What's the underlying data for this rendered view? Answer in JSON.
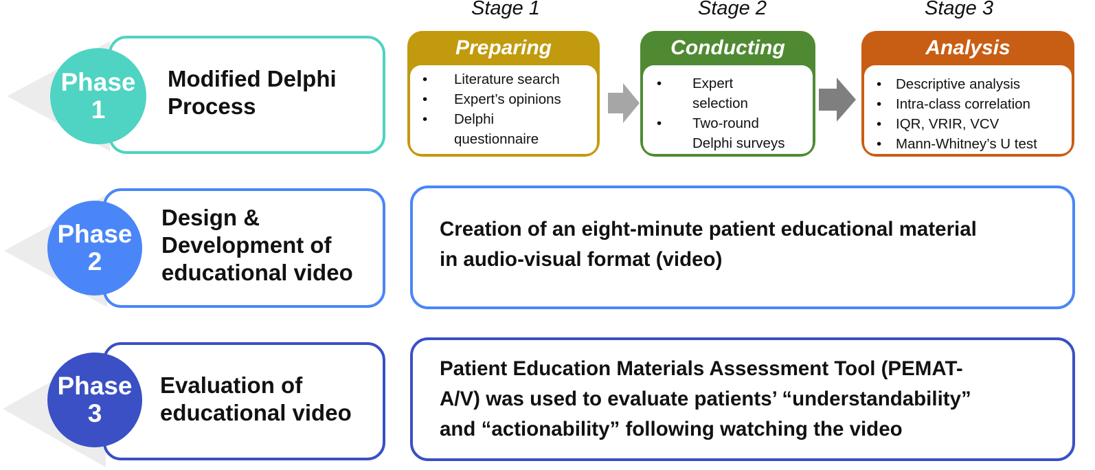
{
  "colors": {
    "phase1": "#4fd3c2",
    "phase2": "#4a86f7",
    "phase3": "#3a50c4",
    "stage1": "#c19a0e",
    "stage2": "#4f8a33",
    "stage3": "#c85e14",
    "stage_arrow": "#a6a6a6"
  },
  "phases": [
    {
      "circle_word": "Phase",
      "circle_number": "1",
      "title_lines": [
        "Modified Delphi",
        "Process"
      ]
    },
    {
      "circle_word": "Phase",
      "circle_number": "2",
      "title_lines": [
        "Design &",
        "Development of",
        "educational video"
      ]
    },
    {
      "circle_word": "Phase",
      "circle_number": "3",
      "title_lines": [
        "Evaluation of",
        "educational video"
      ]
    }
  ],
  "stages": [
    {
      "label": "Stage 1",
      "header": "Preparing",
      "items": [
        [
          "Literature search"
        ],
        [
          "Expert’s opinions"
        ],
        [
          "Delphi",
          "questionnaire"
        ]
      ]
    },
    {
      "label": "Stage 2",
      "header": "Conducting",
      "items": [
        [
          "Expert",
          "selection"
        ],
        [
          "Two-round",
          "Delphi surveys"
        ]
      ]
    },
    {
      "label": "Stage 3",
      "header": "Analysis",
      "items": [
        [
          "Descriptive analysis"
        ],
        [
          "Intra-class correlation"
        ],
        [
          "IQR, VRIR, VCV"
        ],
        [
          "Mann-Whitney’s U test"
        ]
      ]
    }
  ],
  "phase2_description": [
    "Creation of an eight-minute patient educational material",
    "in audio-visual format (video)"
  ],
  "phase3_description": [
    "Patient Education Materials Assessment Tool (PEMAT-",
    "A/V) was used to evaluate patients’ “understandability”",
    "and “actionability” following watching the video"
  ]
}
